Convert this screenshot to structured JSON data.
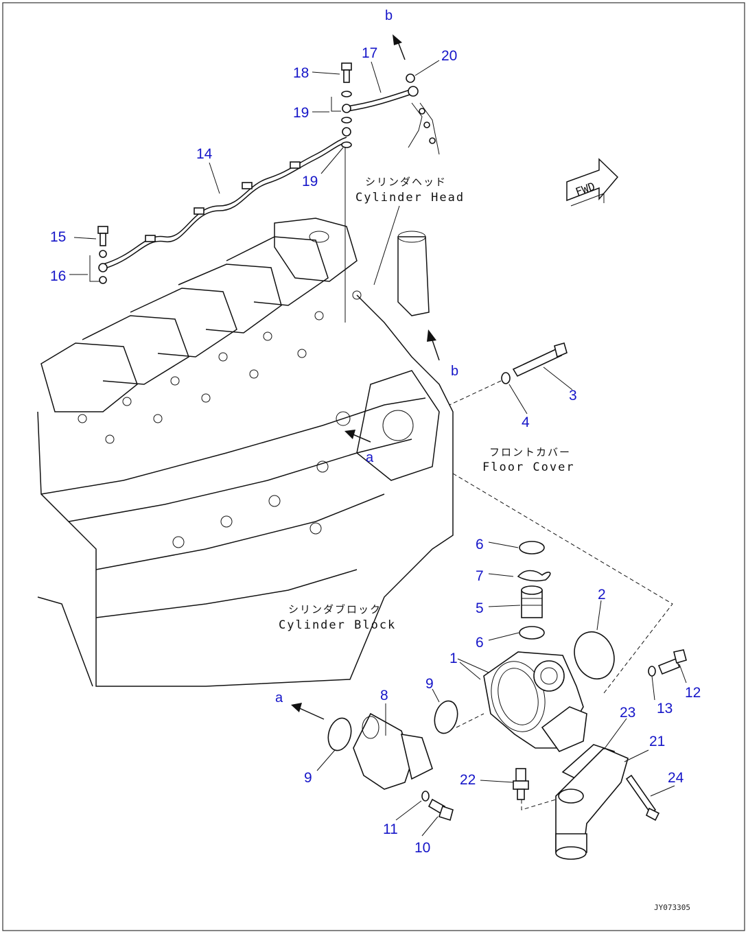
{
  "diagram": {
    "part_numbers": [
      "1",
      "2",
      "3",
      "4",
      "5",
      "6",
      "6",
      "7",
      "8",
      "9",
      "9",
      "10",
      "11",
      "12",
      "13",
      "14",
      "15",
      "16",
      "17",
      "18",
      "19",
      "19",
      "20",
      "21",
      "22",
      "23",
      "24"
    ],
    "arrow_letters": [
      "b",
      "b",
      "a",
      "a"
    ],
    "labels": {
      "cylinder_head_jp": "シリンダヘッド",
      "cylinder_head_en": "Cylinder Head",
      "front_cover_jp": "フロントカバー",
      "front_cover_en": "Floor Cover",
      "cylinder_block_jp": "シリンダブロック",
      "cylinder_block_en": "Cylinder Block"
    },
    "direction_badge": "FWD",
    "drawing_code": "JY073305"
  }
}
